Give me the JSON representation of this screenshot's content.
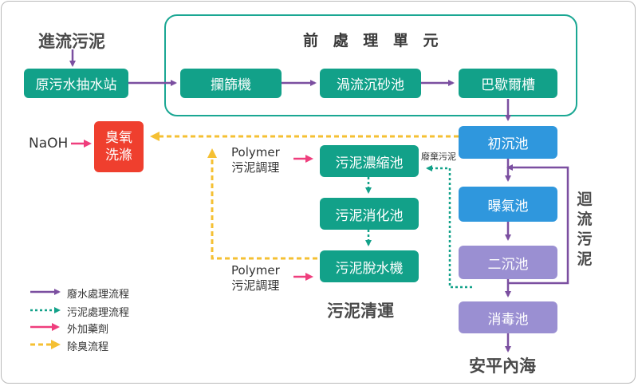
{
  "pretreatment": {
    "title": "前 處 理 單 元"
  },
  "labels": {
    "influent": "進流污泥",
    "sludge_out": "污泥清運",
    "effluent": "安平內海",
    "naoh": "NaOH",
    "polymer_top": "Polymer",
    "polymer_top_sub": "污泥調理",
    "polymer_bottom": "Polymer",
    "polymer_bottom_sub": "污泥調理",
    "waste_sludge": "廢棄污泥",
    "return_sludge": "迴流污泥"
  },
  "nodes": {
    "pump_station": "原污水抽水站",
    "screen": "攔篩機",
    "grit": "渦流沉砂池",
    "parshall": "巴歇爾槽",
    "primary": "初沉池",
    "aeration": "曝氣池",
    "secondary": "二沉池",
    "disinfection": "消毒池",
    "thickener": "污泥濃縮池",
    "digester": "污泥消化池",
    "dewatering": "污泥脫水機",
    "odor_line1": "臭氧",
    "odor_line2": "洗滌"
  },
  "legend": [
    {
      "label": "廢水處理流程",
      "color": "#7b4fa0",
      "style": "solid"
    },
    {
      "label": "污泥處理流程",
      "color": "#12a189",
      "style": "dotted"
    },
    {
      "label": "外加藥劑",
      "color": "#ef3e7d",
      "style": "solid"
    },
    {
      "label": "除臭流程",
      "color": "#f5c033",
      "style": "dashed"
    }
  ],
  "colors": {
    "process": "#12a189",
    "water_line": "#2f97dd",
    "secondary": "#9a8fd2",
    "odor": "#ef3f2e",
    "wastewater_arrow": "#7b4fa0",
    "chemical_arrow": "#ef3e7d",
    "deodor_line": "#f5c033"
  }
}
